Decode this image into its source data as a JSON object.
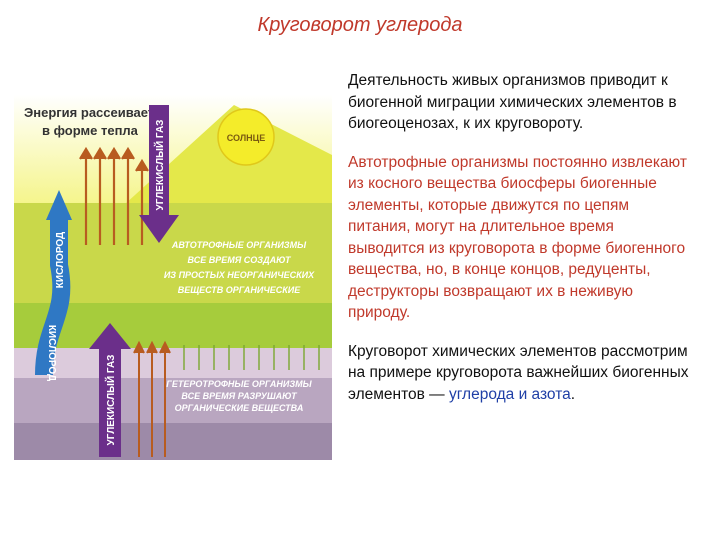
{
  "title": "Круговорот углерода",
  "figure": {
    "energy_label_line1": "Энергия рассеивается",
    "energy_label_line2": "в форме тепла",
    "sun_label": "СОЛНЦЕ",
    "oxygen_label": "КИСЛОРОД",
    "co2_label": "УГЛЕКИСЛЫЙ ГАЗ",
    "autotroph_line1": "АВТОТРОФНЫЕ ОРГАНИЗМЫ",
    "autotroph_line2": "ВСЕ ВРЕМЯ СОЗДАЮТ",
    "autotroph_line3": "ИЗ ПРОСТЫХ НЕОРГАНИЧЕСКИХ",
    "autotroph_line4": "ВЕЩЕСТВ ОРГАНИЧЕСКИЕ",
    "heterotroph_line1": "ГЕТЕРОТРОФНЫЕ ОРГАНИЗМЫ",
    "heterotroph_line2": "ВСЕ ВРЕМЯ РАЗРУШАЮТ",
    "heterotroph_line3": "ОРГАНИЧЕСКИЕ ВЕЩЕСТВА",
    "colors": {
      "sky_top": "#ffffff",
      "sky_bottom": "#f5f58a",
      "sun": "#f4ec2a",
      "mountain": "#e4e84a",
      "autotroph_band": "#c9d84a",
      "green_band": "#a6cc3c",
      "lavender_band": "#d6c6d9",
      "heterotroph_band": "#b9a6c0",
      "soil_band": "#9d8aa8",
      "oxygen_arrow": "#2f78c4",
      "co2_arrow": "#6b2f8a",
      "heat_arrow": "#b85c20",
      "green_arrow": "#7aa831"
    }
  },
  "paragraphs": {
    "p1": "Деятельность живых организмов приводит к биогенной миграции химических элементов в биогеоценозах, к их круговороту.",
    "p2": "Автотрофные организмы постоянно извлекают из косного вещества биосферы биогенные элементы, которые движутся по цепям питания, могут на длительное время выводится из круговорота в форме биогенного вещества, но, в конце концов, редуценты, деструкторы возвращают их в неживую природу.",
    "p3_main": "Круговорот химических элементов рассмотрим на примере круговорота важнейших биогенных элементов — ",
    "p3_highlight": "углерода и азота",
    "p3_end": "."
  }
}
